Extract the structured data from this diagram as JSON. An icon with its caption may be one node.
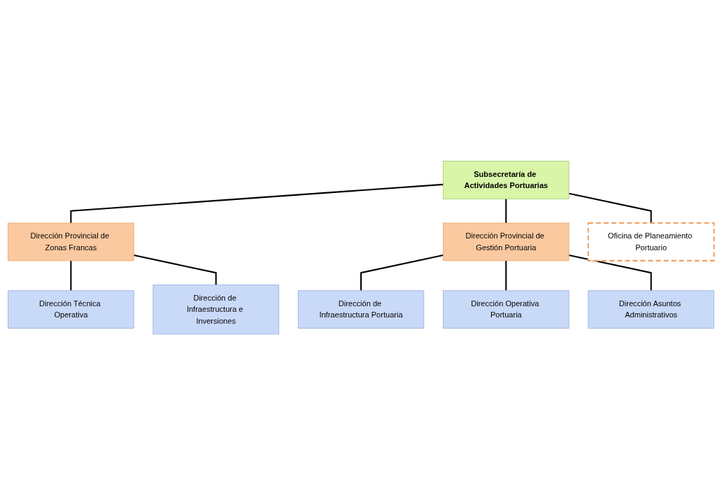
{
  "diagram": {
    "nodes": [
      {
        "text": [
          "Subsecretaría de Actividades Portuarias"
        ]
      },
      {
        "text": [
          "Dirección Provincial de Zonas Francas"
        ]
      },
      {
        "text": [
          "Dirección Provincial de Gestión Portuaria"
        ]
      },
      {
        "text": [
          "Oficina de Planeamiento Portuario"
        ]
      },
      {
        "text": [
          "Dirección Técnica Operativa"
        ]
      },
      {
        "text": [
          "Dirección de Infraestructura e Inversiones"
        ]
      },
      {
        "text": [
          "Dirección de Infraestructura Portuaria"
        ]
      },
      {
        "text": [
          "Dirección Operativa Portuaria"
        ]
      },
      {
        "text": [
          "Dirección Asuntos Administrativos"
        ]
      }
    ],
    "edges": [
      {
        "from": 0,
        "to": 1,
        "arrow": "none"
      },
      {
        "from": 0,
        "to": 2,
        "arrow": "none"
      },
      {
        "from": 0,
        "to": 3,
        "arrow": "none"
      },
      {
        "from": 1,
        "to": 4,
        "arrow": "none"
      },
      {
        "from": 1,
        "to": 5,
        "arrow": "none"
      },
      {
        "from": 2,
        "to": 6,
        "arrow": "none"
      },
      {
        "from": 2,
        "to": 7,
        "arrow": "none"
      },
      {
        "from": 2,
        "to": 8,
        "arrow": "none"
      }
    ]
  }
}
